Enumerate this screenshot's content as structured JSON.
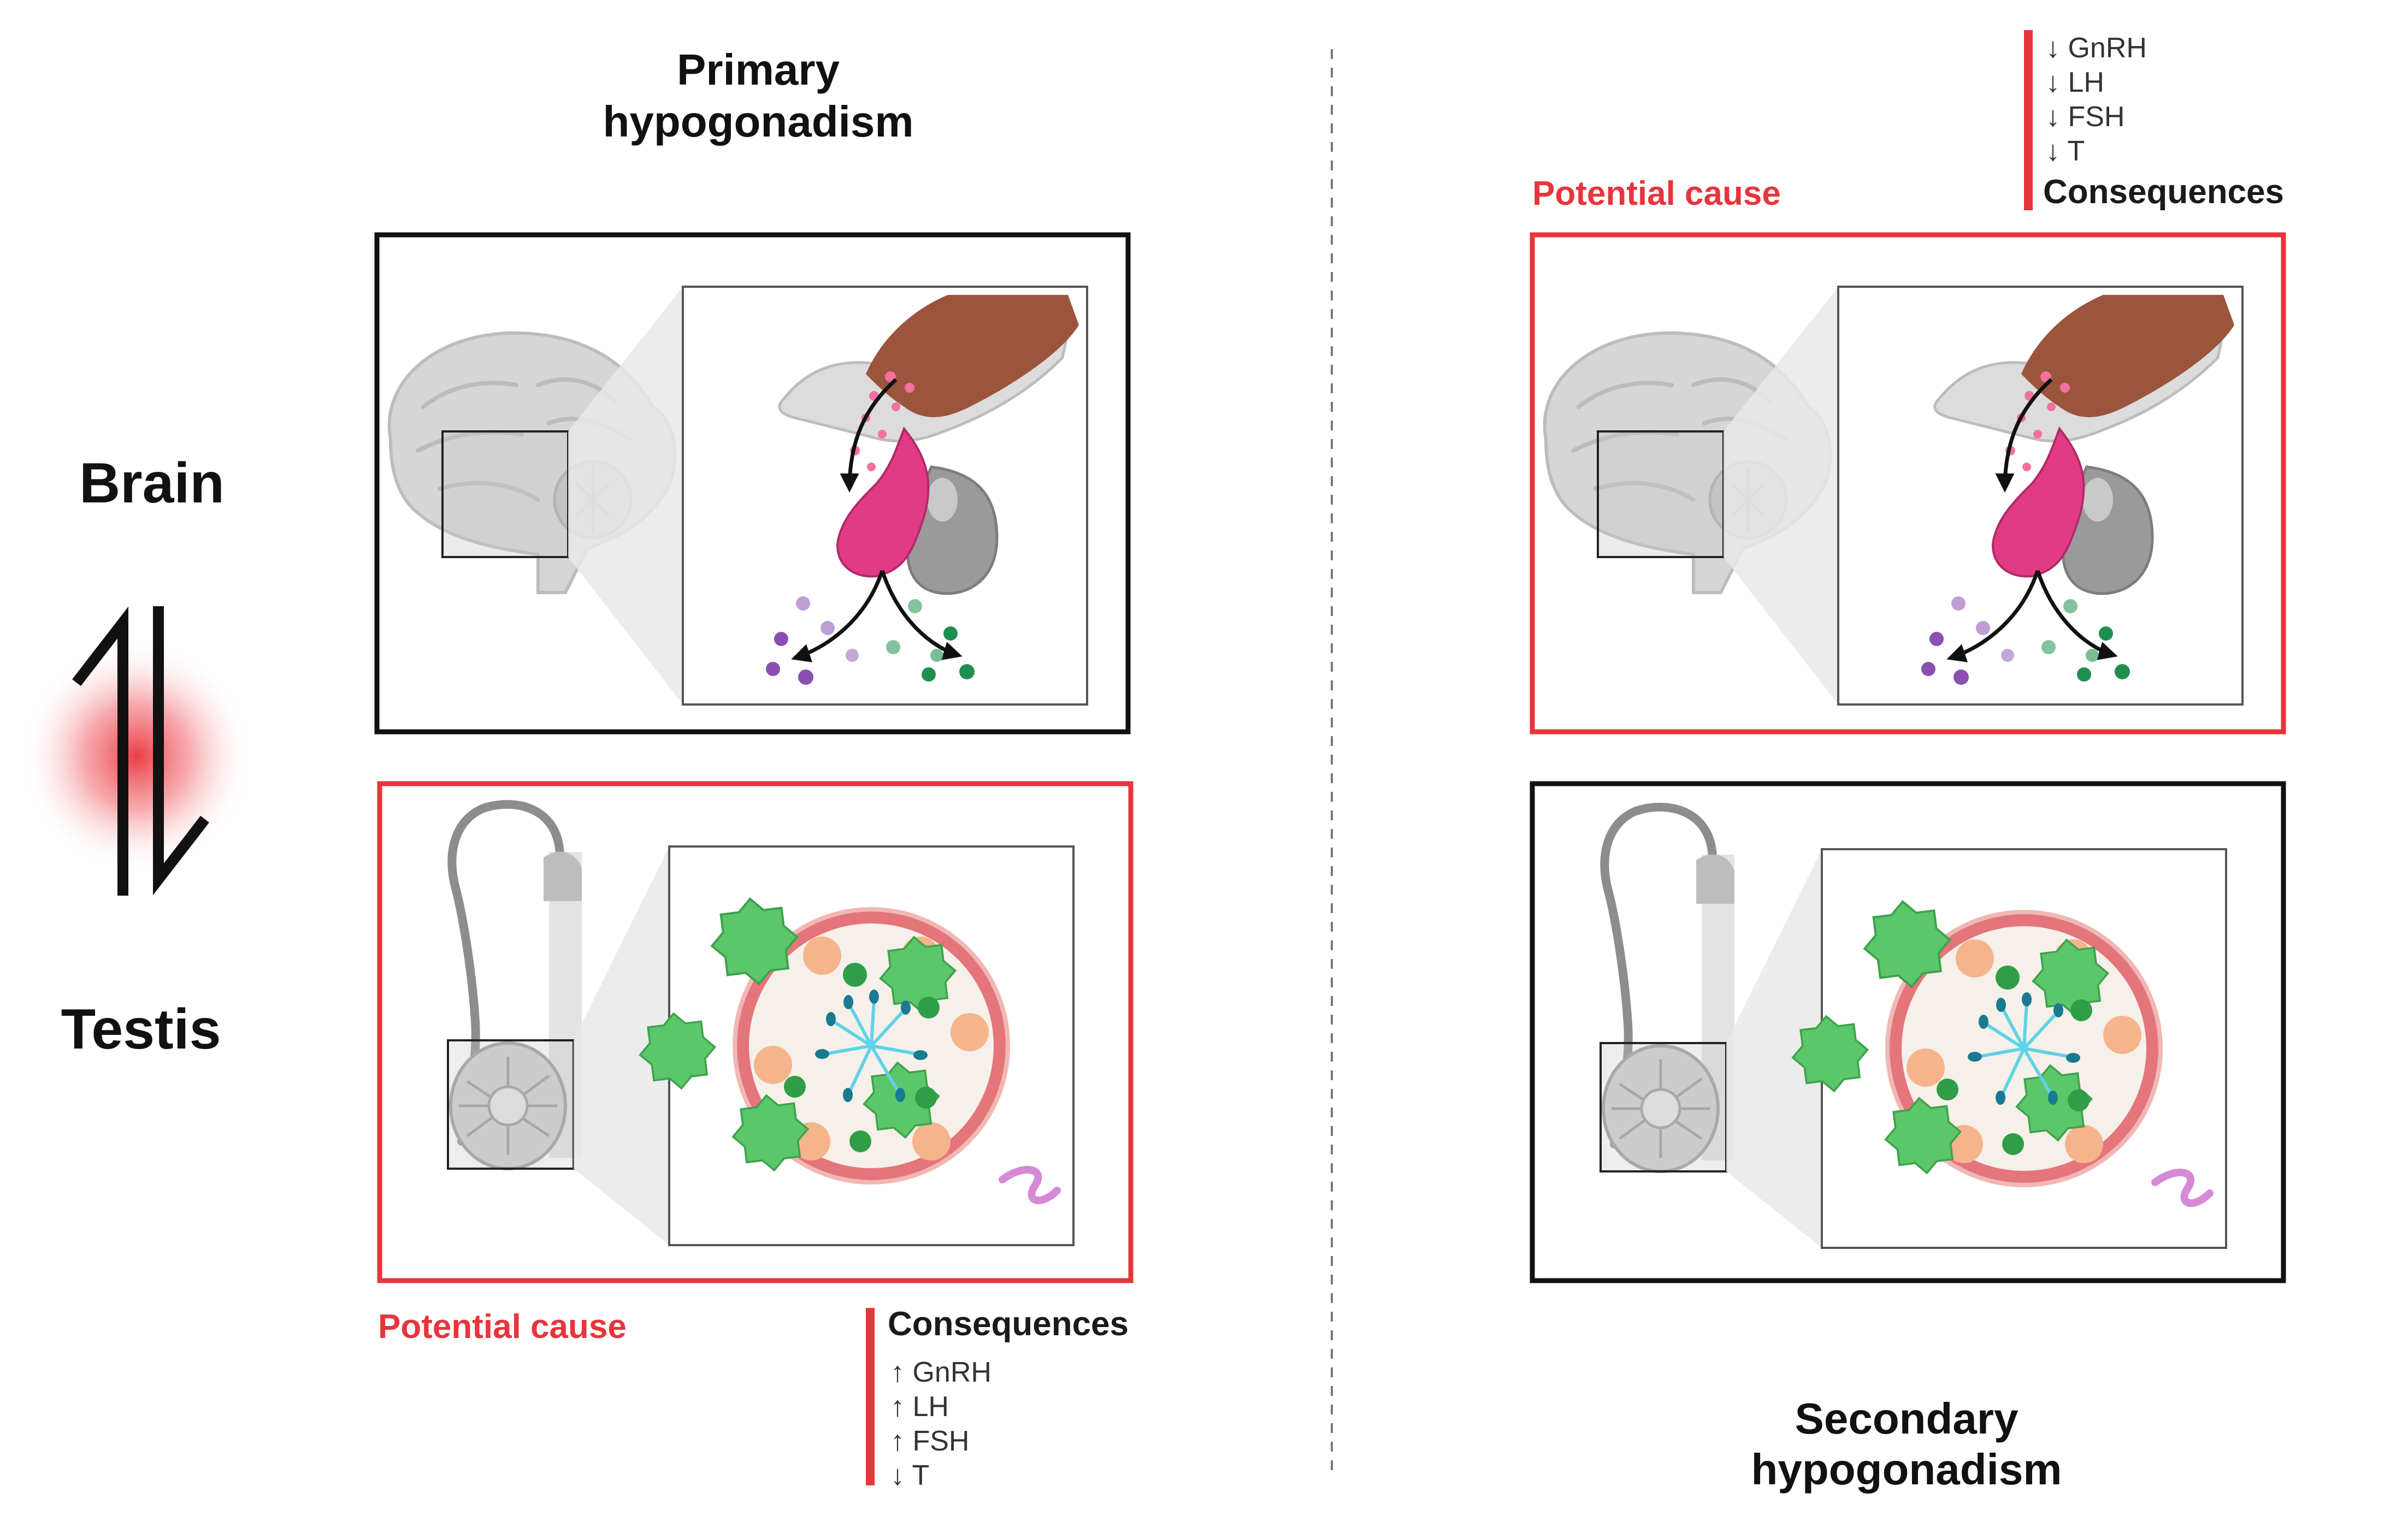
{
  "colors": {
    "red": "#e8343c",
    "black": "#111111",
    "pink": "#e23b86",
    "brown": "#9b553d",
    "purple": "#8a4fb0",
    "green": "#1f8f4e",
    "cell_green": "#5cc76a",
    "cell_orange": "#f6b48c",
    "tubule_wall": "#e4757a",
    "sperm_cyan": "#5fd2e6",
    "leydig_pink": "#d68ad6"
  },
  "axis": {
    "top_label": "Brain",
    "bottom_label": "Testis"
  },
  "primary": {
    "title_line1": "Primary",
    "title_line2": "hypogonadism",
    "cause_label": "Potential cause",
    "consequences_label": "Consequences",
    "hormones": [
      "↑ GnRH",
      "↑ LH",
      "↑ FSH",
      "↓ T"
    ],
    "highlighted_panel": "testis"
  },
  "secondary": {
    "title_line1": "Secondary",
    "title_line2": "hypogonadism",
    "cause_label": "Potential cause",
    "consequences_label": "Consequences",
    "hormones": [
      "↓ GnRH",
      "↓ LH",
      "↓ FSH",
      "↓ T"
    ],
    "highlighted_panel": "brain"
  },
  "icons": [
    "brain-icon",
    "pituitary-icon",
    "testis-icon",
    "seminiferous-tubule-icon",
    "feedback-arrows-icon"
  ]
}
